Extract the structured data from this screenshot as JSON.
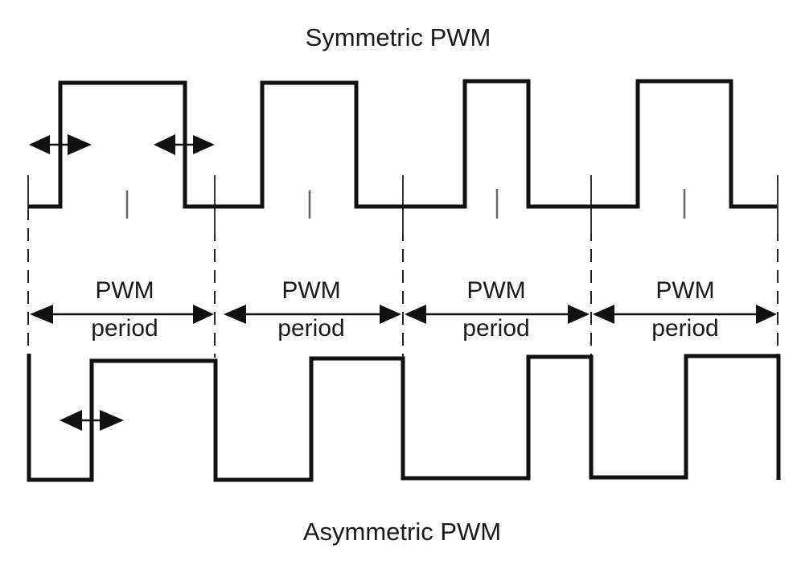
{
  "diagram": {
    "top_title": "Symmetric PWM",
    "bottom_title": "Asymmetric PWM",
    "period_label_line1": "PWM",
    "period_label_line2": "period",
    "period_count": 4,
    "symmetric_waveform": {
      "description": "centered pulses within each PWM period",
      "pulses_duty_fraction": [
        0.67,
        0.52,
        0.35,
        0.52
      ]
    },
    "asymmetric_waveform": {
      "description": "pulses aligned to end of each PWM period (leading edge varies)",
      "pulses_duty_fraction": [
        0.66,
        0.49,
        0.35,
        0.49
      ]
    },
    "annotations": [
      "symmetric-rising-edge-adjust",
      "symmetric-falling-edge-adjust",
      "asymmetric-rising-edge-adjust"
    ]
  }
}
